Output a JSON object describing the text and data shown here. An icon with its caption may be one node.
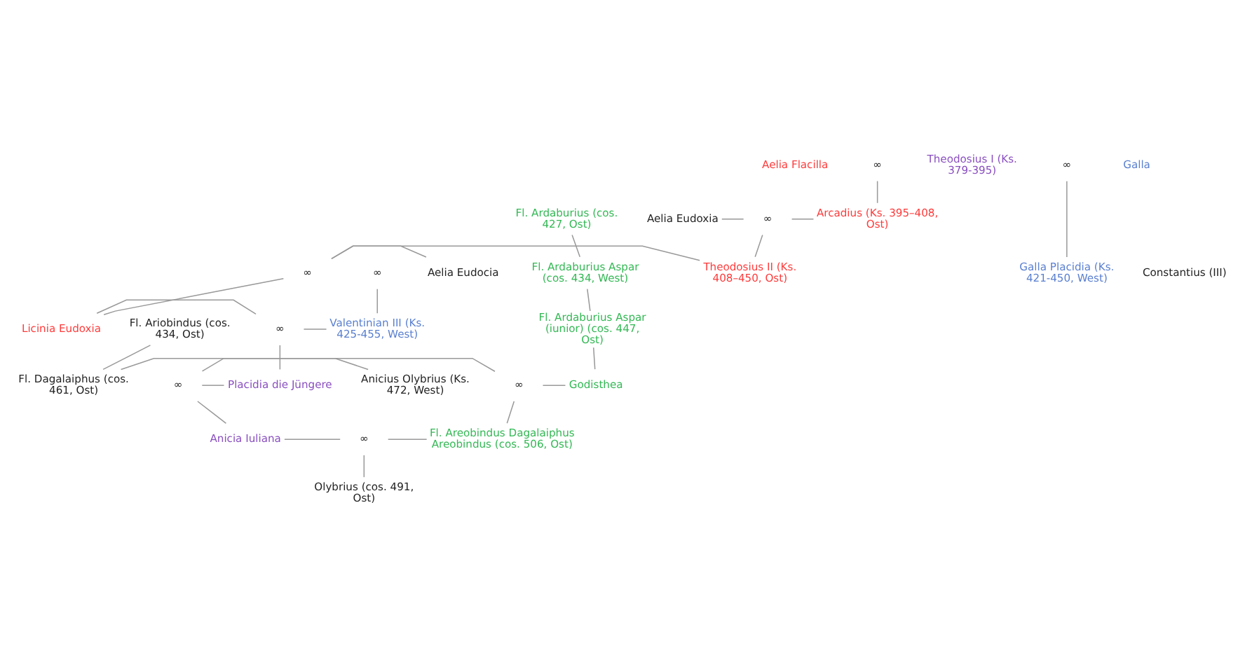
{
  "diagram": {
    "nodes": [
      {
        "text": [
          "Aelia Flacilla"
        ]
      },
      {
        "text": [
          "∞"
        ]
      },
      {
        "text": [
          "Theodosius I (Ks. 379-395)"
        ]
      },
      {
        "text": [
          "∞"
        ]
      },
      {
        "text": [
          "Galla"
        ]
      },
      {
        "text": [
          "Aelia Eudoxia"
        ]
      },
      {
        "text": [
          "∞"
        ]
      },
      {
        "text": [
          "Arcadius (Ks. 395–408, Ost)"
        ]
      },
      {
        "text": [
          "Fl. Ardaburius (cos. 427, Ost)"
        ]
      },
      {
        "text": [
          "Galla Placidia (Ks. 421-450, West)"
        ]
      },
      {
        "text": [
          "∞"
        ]
      },
      {
        "text": [
          "Constantius (III)"
        ]
      },
      {
        "text": [
          "Aelia Eudocia"
        ]
      },
      {
        "text": [
          "∞"
        ]
      },
      {
        "text": [
          "Theodosius II (Ks. 408–450, Ost)"
        ]
      },
      {
        "text": [
          "Fl. Ardaburius Aspar (cos. 434, West)"
        ]
      },
      {
        "text": [
          "Licinia Eudoxia"
        ]
      },
      {
        "text": [
          "∞"
        ]
      },
      {
        "text": [
          "Valentinian III (Ks. 425-455, West)"
        ]
      },
      {
        "text": [
          "Fl. Ariobindus (cos. 434, Ost)"
        ]
      },
      {
        "text": [
          "Fl. Ardaburius Aspar (iunior) (cos. 447, Ost)"
        ]
      },
      {
        "text": [
          "Anicius Olybrius (Ks. 472, West)"
        ]
      },
      {
        "text": [
          "∞"
        ]
      },
      {
        "text": [
          "Placidia die Jüngere"
        ]
      },
      {
        "text": [
          "Fl. Dagalaiphus (cos. 461, Ost)"
        ]
      },
      {
        "text": [
          "∞"
        ]
      },
      {
        "text": [
          "Godisthea"
        ]
      },
      {
        "text": [
          "Anicia Iuliana"
        ]
      },
      {
        "text": [
          "∞"
        ]
      },
      {
        "text": [
          "Fl. Areobindus Dagalaiphus Areobindus (cos. 506, Ost)"
        ]
      },
      {
        "text": [
          "Olybrius (cos. 491, Ost)"
        ]
      }
    ],
    "edges": [
      {
        "from": 1,
        "to": 7,
        "arrow": "none"
      },
      {
        "from": 3,
        "to": 9,
        "arrow": "none"
      },
      {
        "from": 5,
        "to": 6,
        "arrow": "none"
      },
      {
        "from": 6,
        "to": 7,
        "arrow": "none"
      },
      {
        "from": 6,
        "to": 14,
        "arrow": "none"
      },
      {
        "from": 8,
        "to": 15,
        "arrow": "none"
      },
      {
        "from": 12,
        "to": 13,
        "arrow": "none"
      },
      {
        "from": 13,
        "to": 14,
        "arrow": "none"
      },
      {
        "from": 13,
        "to": 16,
        "arrow": "none"
      },
      {
        "from": 10,
        "to": 18,
        "arrow": "none"
      },
      {
        "from": 15,
        "to": 20,
        "arrow": "none"
      },
      {
        "from": 16,
        "to": 17,
        "arrow": "none"
      },
      {
        "from": 17,
        "to": 18,
        "arrow": "none"
      },
      {
        "from": 17,
        "to": 23,
        "arrow": "none"
      },
      {
        "from": 19,
        "to": 24,
        "arrow": "none"
      },
      {
        "from": 20,
        "to": 26,
        "arrow": "none"
      },
      {
        "from": 21,
        "to": 22,
        "arrow": "none"
      },
      {
        "from": 22,
        "to": 23,
        "arrow": "none"
      },
      {
        "from": 22,
        "to": 27,
        "arrow": "none"
      },
      {
        "from": 24,
        "to": 25,
        "arrow": "none"
      },
      {
        "from": 25,
        "to": 26,
        "arrow": "none"
      },
      {
        "from": 25,
        "to": 29,
        "arrow": "none"
      },
      {
        "from": 27,
        "to": 28,
        "arrow": "none"
      },
      {
        "from": 28,
        "to": 29,
        "arrow": "none"
      },
      {
        "from": 28,
        "to": 30,
        "arrow": "none"
      }
    ]
  }
}
